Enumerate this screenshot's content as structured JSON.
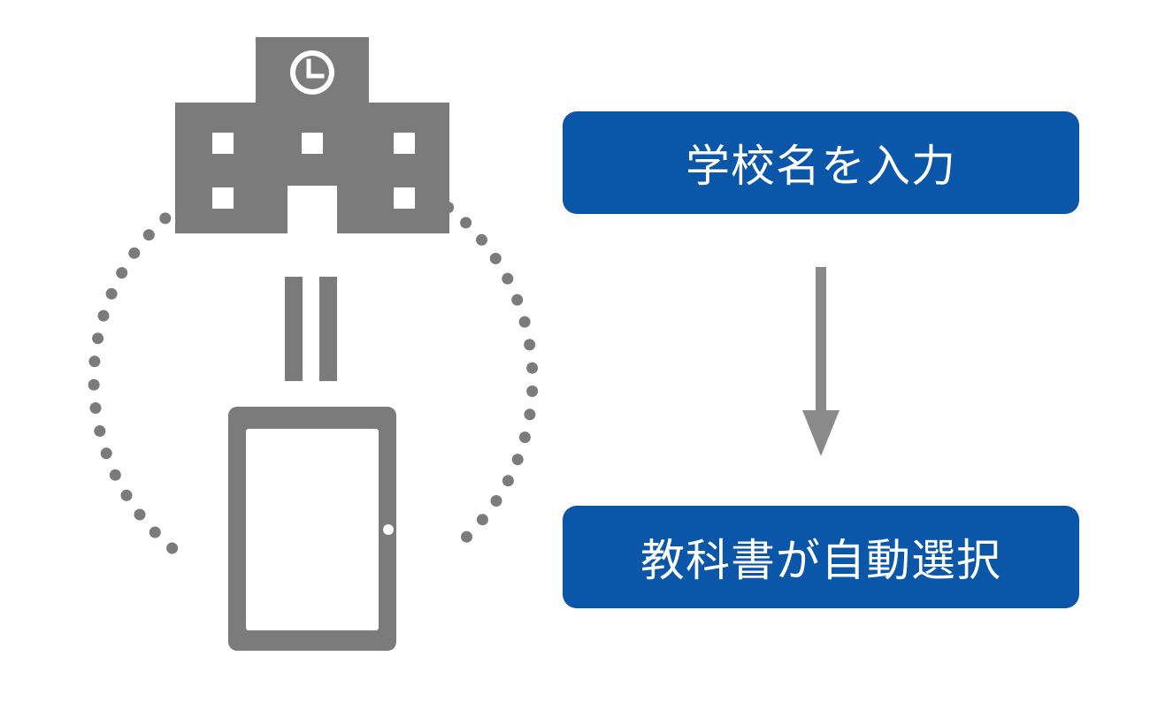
{
  "diagram": {
    "steps": [
      {
        "label": "学校名を入力"
      },
      {
        "label": "教科書が自動選択"
      }
    ],
    "icons": {
      "school": "school-building-icon",
      "equals": "equals-icon",
      "tablet": "tablet-icon",
      "connection": "dotted-circle",
      "arrow": "arrow-down-icon"
    },
    "colors": {
      "step_box": "#0a56a8",
      "icon_gray": "#7b7b7b",
      "arrow_gray": "#8a8a8a",
      "text": "#ffffff"
    }
  }
}
